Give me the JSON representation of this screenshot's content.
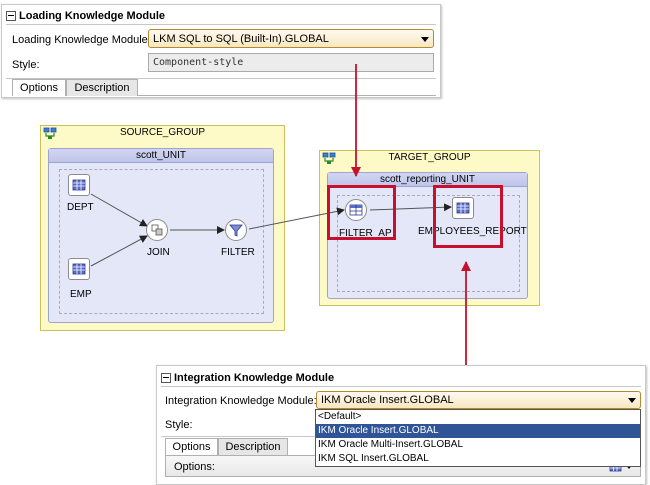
{
  "lkm_panel": {
    "title": "Loading Knowledge Module",
    "module_label": "Loading Knowledge Module:",
    "module_value": "LKM SQL to SQL (Built-In).GLOBAL",
    "style_label": "Style:",
    "style_value": "Component-style",
    "tabs": [
      "Options",
      "Description"
    ]
  },
  "diagram": {
    "source_group": {
      "title": "SOURCE_GROUP",
      "unit_title": "scott_UNIT",
      "nodes": [
        "DEPT",
        "JOIN",
        "FILTER",
        "EMP"
      ]
    },
    "target_group": {
      "title": "TARGET_GROUP",
      "unit_title": "scott_reporting_UNIT",
      "nodes": [
        "FILTER_AP",
        "EMPLOYEES_REPORT"
      ]
    }
  },
  "ikm_panel": {
    "title": "Integration Knowledge Module",
    "module_label": "Integration Knowledge Module:",
    "module_value": "IKM Oracle Insert.GLOBAL",
    "style_label": "Style:",
    "tabs": [
      "Options",
      "Description"
    ],
    "options_label": "Options:",
    "dropdown_options": [
      {
        "label": "<Default>",
        "selected": false
      },
      {
        "label": "IKM Oracle Insert.GLOBAL",
        "selected": true
      },
      {
        "label": "IKM Oracle Multi-Insert.GLOBAL",
        "selected": false
      },
      {
        "label": "IKM SQL Insert.GLOBAL",
        "selected": false
      }
    ]
  },
  "colors": {
    "highlight": "#c8102e",
    "group_bg": "#fefac8",
    "unit_bg": "#e4e7f8",
    "combo_border": "#b5892c",
    "selection": "#2f5597"
  }
}
